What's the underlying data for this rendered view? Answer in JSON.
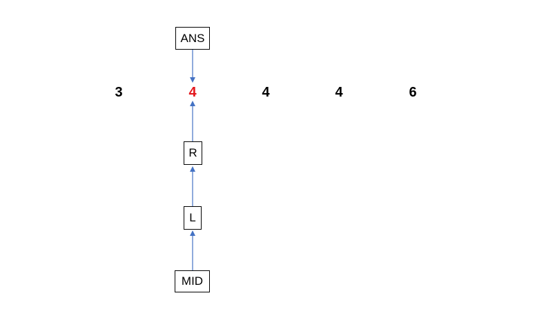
{
  "array": {
    "values": [
      "3",
      "4",
      "4",
      "4",
      "6"
    ],
    "highlight_index": 1
  },
  "labels": {
    "ans": "ANS",
    "r": "R",
    "l": "L",
    "mid": "MID"
  },
  "colors": {
    "highlight": "#e3161c",
    "arrow": "#4472c4",
    "text": "#000000"
  }
}
